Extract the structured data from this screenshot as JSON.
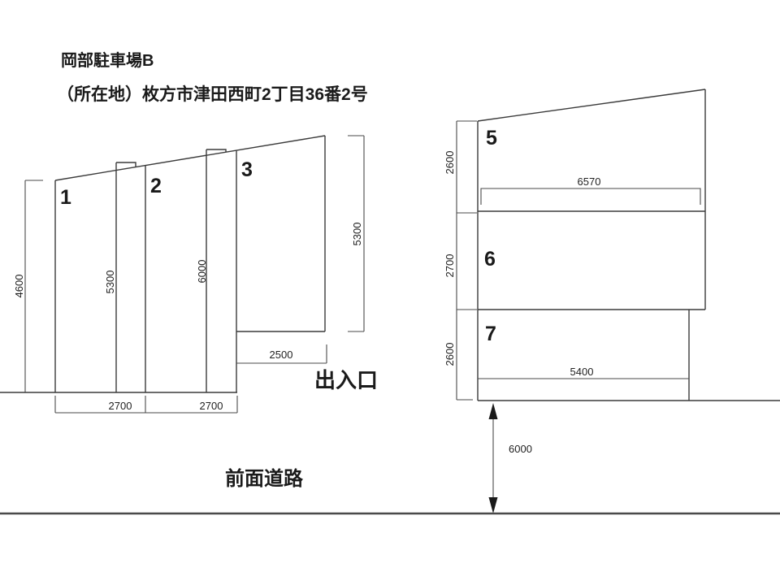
{
  "title": "岡部駐車場B",
  "address": "（所在地）枚方市津田西町2丁目36番2号",
  "left_plan": {
    "stall1_label": "1",
    "stall2_label": "2",
    "stall3_label": "3",
    "dim_left_height": "4600",
    "dim_divider12": "5300",
    "dim_divider23": "6000",
    "dim_right_height": "5300",
    "dim_stall1_width": "2700",
    "dim_stall2_width": "2700",
    "dim_entrance_width": "2500",
    "entrance_label": "出入口"
  },
  "right_plan": {
    "stall5_label": "5",
    "stall6_label": "6",
    "stall7_label": "7",
    "dim_stall5_depth": "2600",
    "dim_stall6_depth": "2700",
    "dim_stall7_depth": "2600",
    "dim_top_width": "6570",
    "dim_bottom_width": "5400"
  },
  "road": {
    "label": "前面道路",
    "dim_setback": "6000"
  }
}
